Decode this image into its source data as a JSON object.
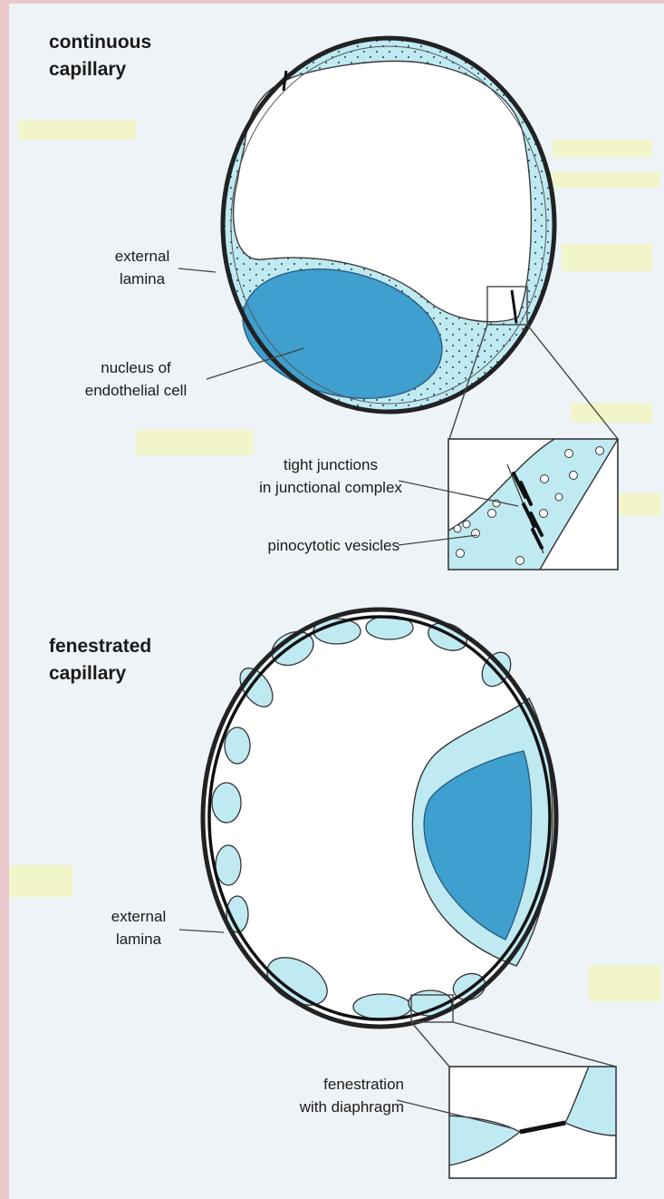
{
  "diagrams": {
    "continuous": {
      "title_line1": "continuous",
      "title_line2": "capillary",
      "external_lamina_line1": "external",
      "external_lamina_line2": "lamina",
      "nucleus_line1": "nucleus of",
      "nucleus_line2": "endothelial cell",
      "tight_junctions_line1": "tight junctions",
      "tight_junctions_line2": "in junctional complex",
      "pinocytotic_vesicles": "pinocytotic vesicles"
    },
    "fenestrated": {
      "title_line1": "fenestrated",
      "title_line2": "capillary",
      "external_lamina_line1": "external",
      "external_lamina_line2": "lamina",
      "fenestration_line1": "fenestration",
      "fenestration_line2": "with diaphragm"
    }
  },
  "colors": {
    "cytoplasm": "#bfeaf2",
    "nucleus": "#3f9fce",
    "outline": "#222222",
    "highlight": "#f6f4a6"
  }
}
